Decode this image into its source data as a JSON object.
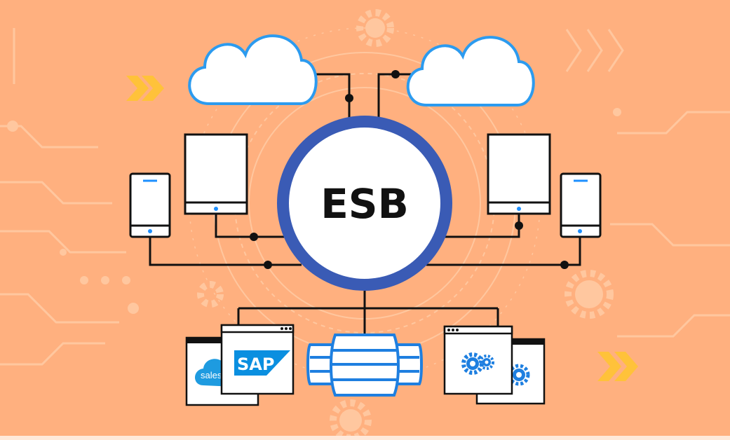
{
  "hub": {
    "label": "ESB"
  },
  "apps": {
    "salesforce_label": "sales",
    "sap_label": "SAP"
  },
  "colors": {
    "background": "#FFB07F",
    "hub_ring": "#3A5BB5",
    "accent_blue": "#1E90FF",
    "sap_blue": "#0A8FE0",
    "line": "#111111",
    "decor": "#FFC79F"
  },
  "icons": {
    "cloud_left": "cloud-icon",
    "cloud_right": "cloud-icon",
    "tablet": "tablet-icon",
    "phone": "phone-icon",
    "database": "database-icon",
    "gears": "gear-icon",
    "chevrons": "chevron-right-icon"
  }
}
